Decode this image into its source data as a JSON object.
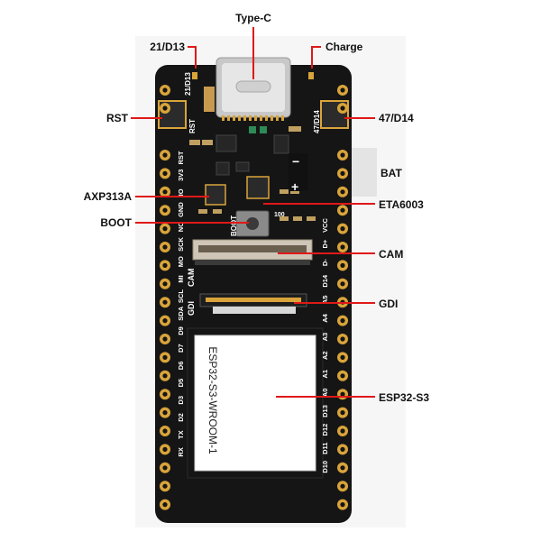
{
  "callouts": {
    "type_c": "Type-C",
    "d21": "21/D13",
    "charge": "Charge",
    "rst": "RST",
    "d47": "47/D14",
    "bat": "BAT",
    "axp": "AXP313A",
    "eta": "ETA6003",
    "boot": "BOOT",
    "cam": "CAM",
    "gdi": "GDI",
    "esp": "ESP32-S3"
  },
  "silkscreen": {
    "left_pins": [
      "RST",
      "3V3",
      "IO",
      "GND",
      "NC",
      "SCK",
      "MO",
      "MI",
      "SCL",
      "SDA",
      "D9",
      "D7",
      "D6",
      "D5",
      "D3",
      "D2",
      "TX",
      "RX"
    ],
    "right_pins": [
      "VCC",
      "D+",
      "D-",
      "D14",
      "A5",
      "A4",
      "A3",
      "A2",
      "A1",
      "A0",
      "D13",
      "D12",
      "D11",
      "D10"
    ],
    "top_left_pad": "21/D13",
    "top_right_pad": "47/D14",
    "rst_label": "RST",
    "boot_label": "BOOT",
    "cam_label": "CAM",
    "gdi_label": "GDI",
    "chip_100": "100",
    "bat_minus": "−",
    "bat_plus": "+"
  },
  "module": {
    "name": "ESP32-S3-WROOM-1"
  },
  "colors": {
    "board": "#151515",
    "gold": "#d9a43a",
    "callout_line": "#e01818",
    "bat_box": "#e4e4e4"
  }
}
